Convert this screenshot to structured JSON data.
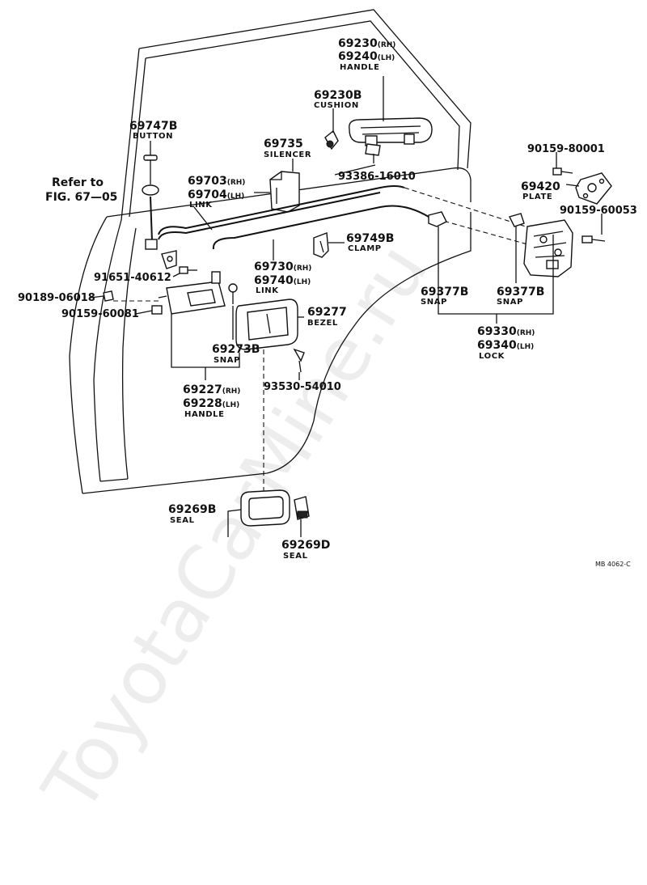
{
  "reference": {
    "line1": "Refer to",
    "line2": "FIG. 67—05"
  },
  "callouts": {
    "handle_outer_rh": "69230",
    "handle_outer_lh": "69240",
    "handle_outer_name": "HANDLE",
    "cushion_no": "69230B",
    "cushion_name": "CUSHION",
    "button_no": "69747B",
    "button_name": "BUTTON",
    "silencer_no": "69735",
    "silencer_name": "SILENCER",
    "screw_93386": "93386-16010",
    "bolt_80001": "90159-80001",
    "plate_no": "69420",
    "plate_name": "PLATE",
    "bolt_60053": "90159-60053",
    "link_rh": "69703",
    "link_lh": "69704",
    "link_name": "LINK",
    "clamp_no": "69749B",
    "clamp_name": "CLAMP",
    "screw_91651": "91651-40612",
    "nut_90189": "90189-06018",
    "bolt_60081": "90159-60081",
    "link2_rh": "69730",
    "link2_lh": "69740",
    "link2_name": "LINK",
    "snap_left_no": "69377B",
    "snap_left_name": "SNAP",
    "snap_right_no": "69377B",
    "snap_right_name": "SNAP",
    "lock_rh": "69330",
    "lock_lh": "69340",
    "lock_name": "LOCK",
    "bezel_no": "69277",
    "bezel_name": "BEZEL",
    "snap_inner_no": "69273B",
    "snap_inner_name": "SNAP",
    "screw_93530": "93530-54010",
    "handle_inner_rh": "69227",
    "handle_inner_lh": "69228",
    "handle_inner_name": "HANDLE",
    "seal_b_no": "69269B",
    "seal_b_name": "SEAL",
    "seal_d_no": "69269D",
    "seal_d_name": "SEAL"
  },
  "suffixes": {
    "rh": "(RH)",
    "lh": "(LH)"
  },
  "figure_code": "MB 4062-C",
  "watermark": "ToyotaCarMine.ru"
}
